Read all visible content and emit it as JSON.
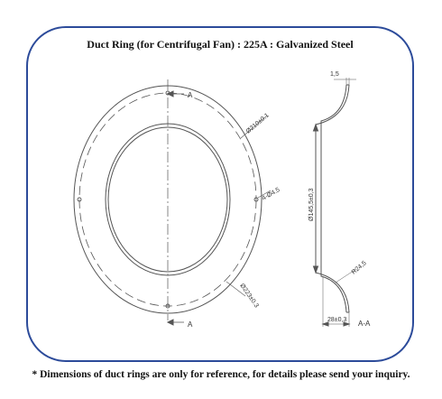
{
  "title": "Duct Ring (for Centrifugal Fan) : 225A : Galvanized Steel",
  "footnote": "* Dimensions of duct rings are only for reference, for details please send your inquiry.",
  "front_view": {
    "section_mark_top": "A",
    "section_mark_bottom": "A",
    "outer_diameter": "Ø223±0.3",
    "bolt_circle": "Ø210±0.1",
    "holes": "4-Ø4.5"
  },
  "section_view": {
    "thickness": "1,5",
    "inner_diameter": "Ø145,5±0,3",
    "radius": "R24,5",
    "depth": "28±0,3",
    "label": "A-A"
  },
  "colors": {
    "frame": "#2c4b9a",
    "line": "#555555",
    "text": "#111111"
  }
}
